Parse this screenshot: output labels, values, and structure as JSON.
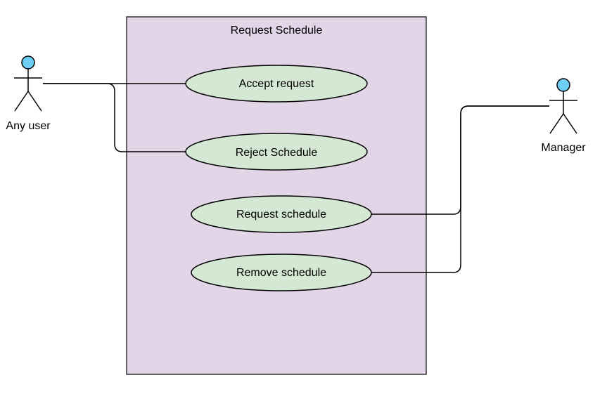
{
  "system": {
    "title": "Request Schedule"
  },
  "actors": {
    "any_user": "Any user",
    "manager": "Manager"
  },
  "use_cases": {
    "accept_request": "Accept request",
    "reject_schedule": "Reject Schedule",
    "request_schedule": "Request schedule",
    "remove_schedule": "Remove schedule"
  },
  "colors": {
    "system_fill": "#e1d5e7",
    "system_stroke": "#333333",
    "use_case_fill": "#d5e8d4",
    "actor_head_fill": "#6ecff6",
    "line": "#000000"
  }
}
